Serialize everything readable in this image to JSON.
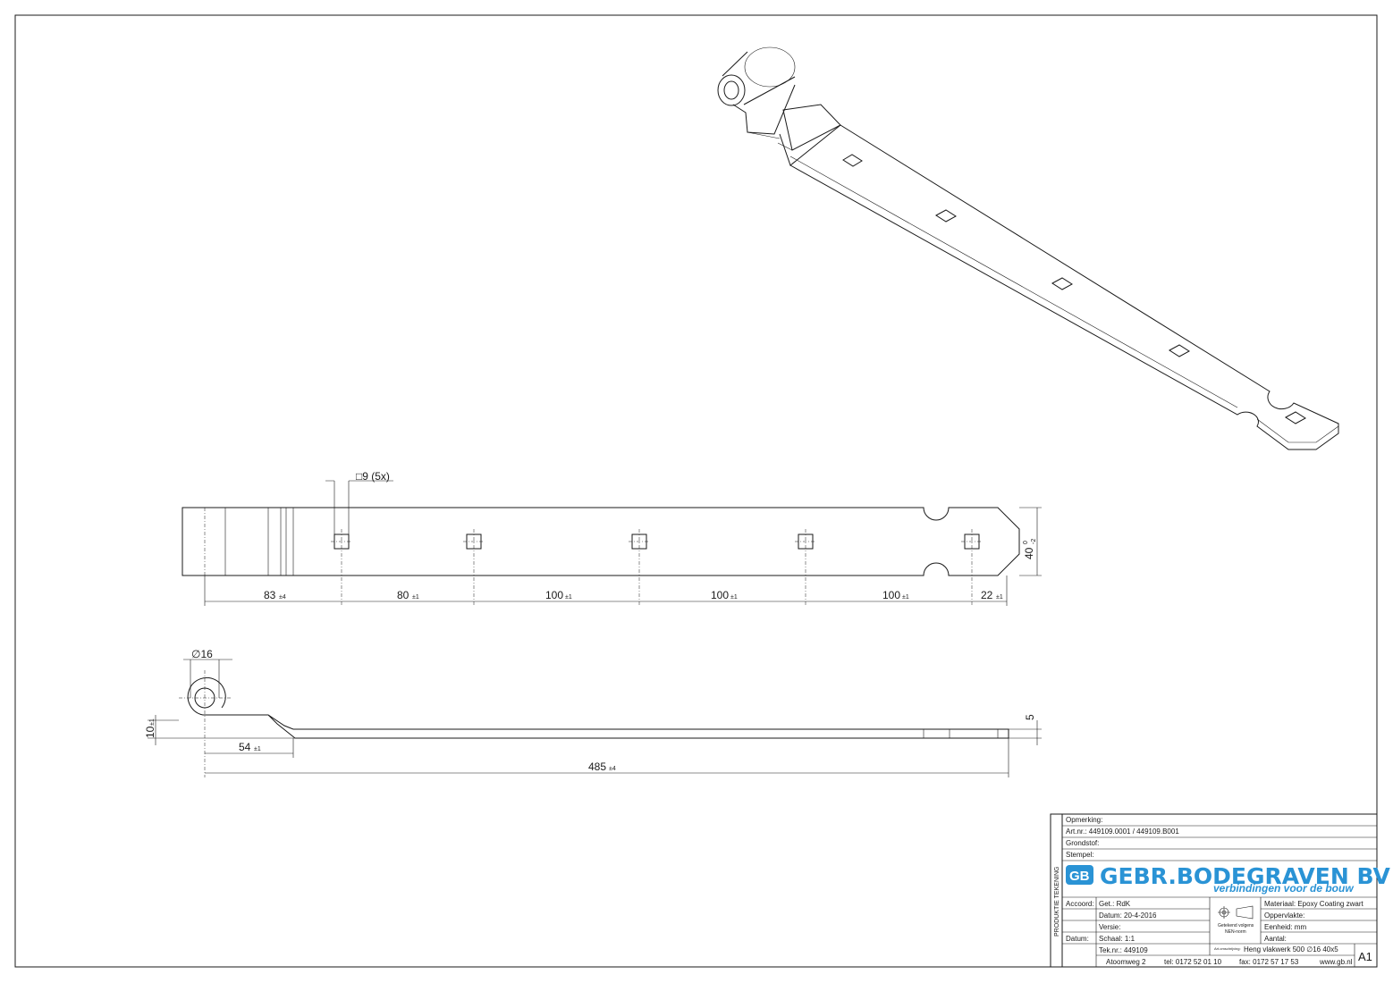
{
  "dims": {
    "square_holes": "□9 (5x)",
    "width": "40",
    "width_tol_upper": "0",
    "width_tol_lower": "-2",
    "d1": "83",
    "d1_tol": "±4",
    "d2": "80",
    "d2_tol": "±1",
    "d3": "100",
    "d3_tol": "±1",
    "d4": "100",
    "d4_tol": "±1",
    "d5": "100",
    "d5_tol": "±1",
    "d6": "22",
    "d6_tol": "±1",
    "eye_dia": "∅16",
    "offset": "10",
    "offset_tol": "±1",
    "thickness": "5",
    "bend_len": "54",
    "bend_len_tol": "±1",
    "total_len": "485",
    "total_len_tol": "±4"
  },
  "title_block": {
    "side_label": "PRODUKTIE TEKENING",
    "opmerking": "Opmerking:",
    "artnr": "Art.nr.:  449109.0001 / 449109.B001",
    "grondstof": "Grondstof:",
    "stempel": "Stempel:",
    "company": "GEBR.BODEGRAVEN BV",
    "tagline": "verbindingen voor de bouw",
    "logo_letters": "GB",
    "accoord": "Accoord:",
    "datum_label": "Datum:",
    "getekend": "Get.: RdK",
    "datum": "Datum: 20-4-2016",
    "versie": "Versie:",
    "schaal": "Schaal: 1:1",
    "teknr": "Tek.nr.: 449109",
    "norm_line1": "Getekend volgens",
    "norm_line2": "NEN-norm",
    "materiaal": "Materiaal: Epoxy Coating zwart",
    "oppervlakte": "Oppervlakte:",
    "eenheid": "Eenheid: mm",
    "aantal": "Aantal:",
    "art_omschrijving_label": "Art.omschrijving:",
    "omschrijving": "Heng vlakwerk 500  ∅16  40x5",
    "sheet": "A1",
    "address": "Atoomweg 2",
    "tel": "tel: 0172 52 01 10",
    "fax": "fax: 0172 57 17 53",
    "web": "www.gb.nl"
  },
  "colors": {
    "brand": "#2a93d5",
    "line": "#1a1a1a"
  }
}
